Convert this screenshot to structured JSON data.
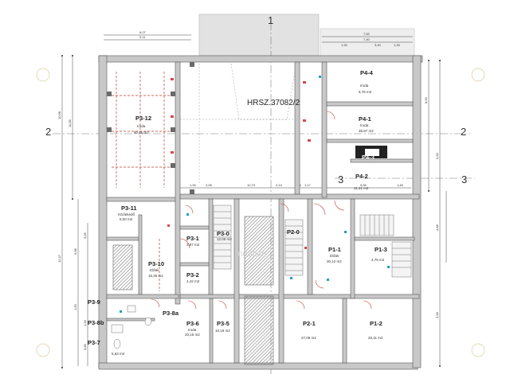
{
  "plan": {
    "parcel_label": "HRSZ.37082/2",
    "section_markers": [
      "1",
      "2",
      "2",
      "3",
      "3"
    ],
    "rooms": [
      {
        "id": "P4-4",
        "name": "Iroda",
        "area": "5,76 m2"
      },
      {
        "id": "P4-1",
        "name": "Iroda",
        "area": "35,87 m2"
      },
      {
        "id": "P4-3",
        "name": "",
        "area": ""
      },
      {
        "id": "P4-2",
        "name": "",
        "area": "11,41 m2"
      },
      {
        "id": "P3-12",
        "name": "Iroda",
        "area": "50,45 m2"
      },
      {
        "id": "P3-11",
        "name": "Közlekedő",
        "area": "6,00 m2"
      },
      {
        "id": "P3-1",
        "name": "",
        "area": "3,97 m2"
      },
      {
        "id": "P3-0",
        "name": "",
        "area": "12,05 m2"
      },
      {
        "id": "P2-0",
        "name": "",
        "area": ""
      },
      {
        "id": "P3-10",
        "name": "Előtér",
        "area": "16,36 m2"
      },
      {
        "id": "P3-2",
        "name": "",
        "area": "4,42 m2"
      },
      {
        "id": "P1-1",
        "name": "Előtér",
        "area": "30,12 m2"
      },
      {
        "id": "P1-3",
        "name": "",
        "area": "4,76 m2"
      },
      {
        "id": "P3-9",
        "name": "",
        "area": ""
      },
      {
        "id": "P3-8a",
        "name": "",
        "area": ""
      },
      {
        "id": "P3-8b",
        "name": "",
        "area": ""
      },
      {
        "id": "P3-7",
        "name": "",
        "area": "5,63 m2"
      },
      {
        "id": "P3-6",
        "name": "Iroda",
        "area": "20,15 m2"
      },
      {
        "id": "P3-5",
        "name": "",
        "area": "10,19 m2"
      },
      {
        "id": "P2-1",
        "name": "",
        "area": "27,06 m2"
      },
      {
        "id": "P1-2",
        "name": "",
        "area": "26,11 m2"
      }
    ],
    "dimensions": {
      "top": [
        "6,07",
        "5,11",
        "7,62",
        "7,40",
        "1,90",
        "3,40",
        "1,25"
      ],
      "corridor": [
        "1,94",
        "2,05",
        "10,70",
        "2,14",
        "0,94",
        "1,17",
        "9,65",
        "1,45"
      ],
      "left": [
        "10,98",
        "11,08",
        "12,47",
        "5,98",
        "3,05",
        "1,60",
        "1,33",
        "0,89"
      ],
      "right": [
        "8,93",
        "5,00",
        "4,68",
        "5,58"
      ]
    },
    "watermark": "ingatlan"
  }
}
